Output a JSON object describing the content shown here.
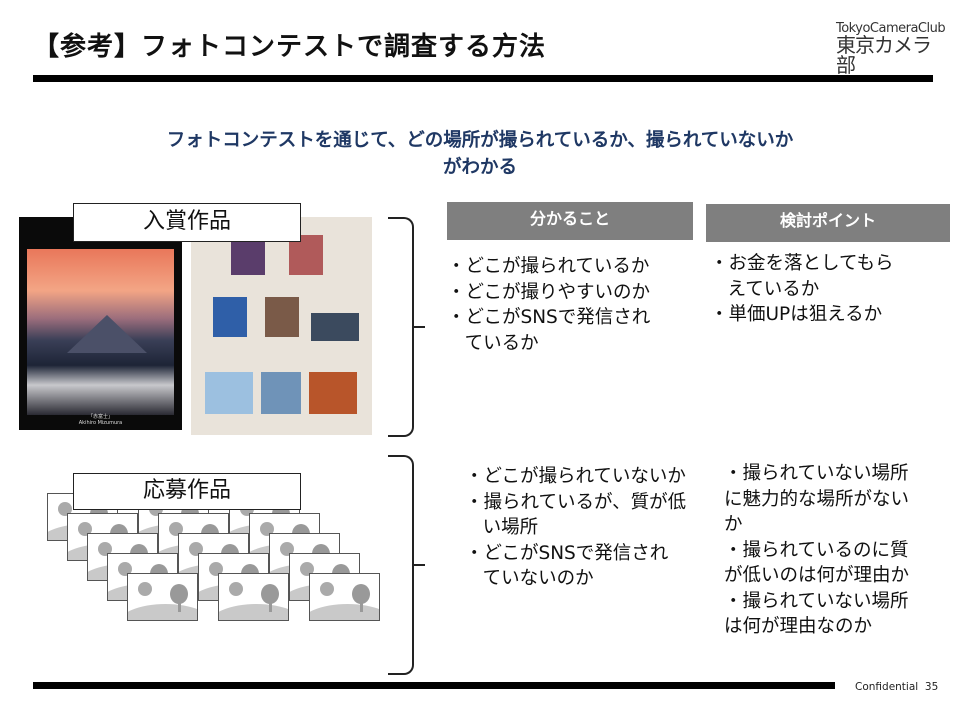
{
  "title": "【参考】フォトコンテストで調査する方法",
  "logo": {
    "en": "TokyoCameraClub",
    "jp": "東京カメラ部"
  },
  "lead": [
    "フォトコンテストを通じて、どの場所が撮られているか、撮られていないか",
    "がわかる"
  ],
  "winners": {
    "label": "入賞作品",
    "photo_caption": [
      "「赤富士」",
      "Akihiro Mizumura"
    ],
    "learn_header": "分かること",
    "consider_header": "検討ポイント",
    "learn": [
      "・どこが撮られているか",
      "・どこが撮りやすいのか",
      "・どこがSNSで発信され",
      "   ているか"
    ],
    "consider": [
      "・お金を落としてもら",
      "   えているか",
      "・単価UPは狙えるか"
    ]
  },
  "entries": {
    "label": "応募作品",
    "learn": [
      "・どこが撮られていないか",
      "・撮られているが、質が低",
      "   い場所",
      "・どこがSNSで発信され",
      "   ていないのか"
    ],
    "consider": [
      "・撮られていない場所",
      "に魅力的な場所がない",
      "か",
      "・撮られているのに質",
      "が低いのは何が理由か",
      "・撮られていない場所",
      "は何が理由なのか"
    ]
  },
  "footer": {
    "confidential": "Confidential",
    "page": "35"
  }
}
